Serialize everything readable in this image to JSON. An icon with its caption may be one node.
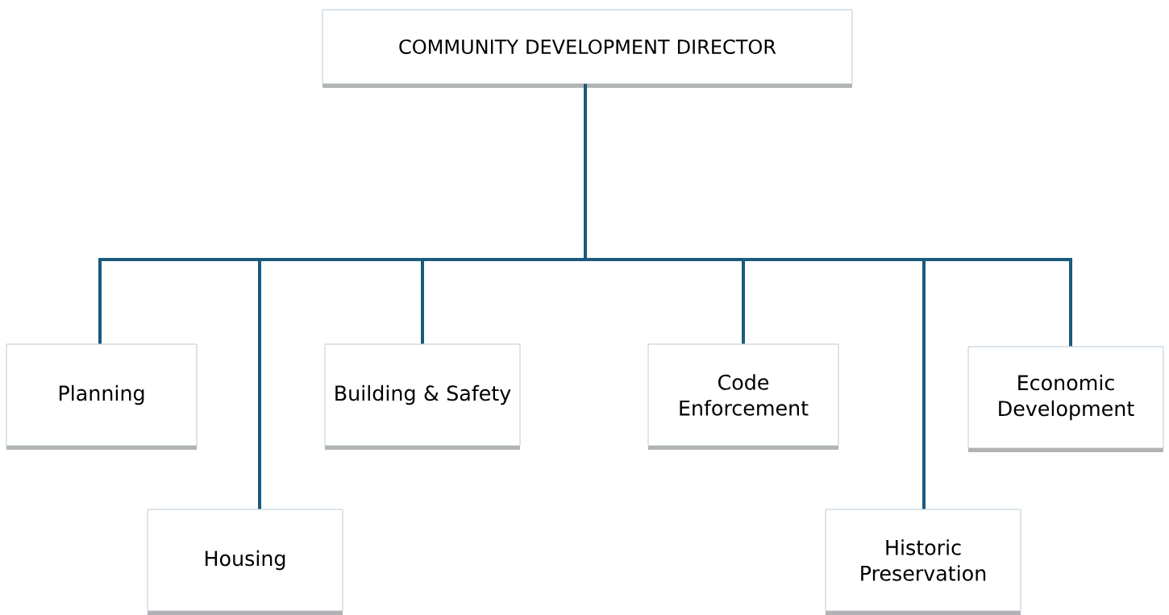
{
  "diagram": {
    "nodes": [
      {
        "text": [
          "COMMUNITY DEVELOPMENT DIRECTOR"
        ]
      },
      {
        "text": [
          "Planning"
        ]
      },
      {
        "text": [
          "Building & Safety"
        ]
      },
      {
        "text": [
          "Code Enforcement"
        ]
      },
      {
        "text": [
          "Economic Development"
        ]
      },
      {
        "text": [
          "Housing"
        ]
      },
      {
        "text": [
          "Historic Preservation"
        ]
      }
    ],
    "edges": [
      {
        "from": 0,
        "to": 1,
        "arrow": "none"
      },
      {
        "from": 0,
        "to": 2,
        "arrow": "none"
      },
      {
        "from": 0,
        "to": 3,
        "arrow": "none"
      },
      {
        "from": 0,
        "to": 4,
        "arrow": "none"
      },
      {
        "from": 0,
        "to": 5,
        "arrow": "none"
      },
      {
        "from": 0,
        "to": 6,
        "arrow": "none"
      }
    ]
  }
}
